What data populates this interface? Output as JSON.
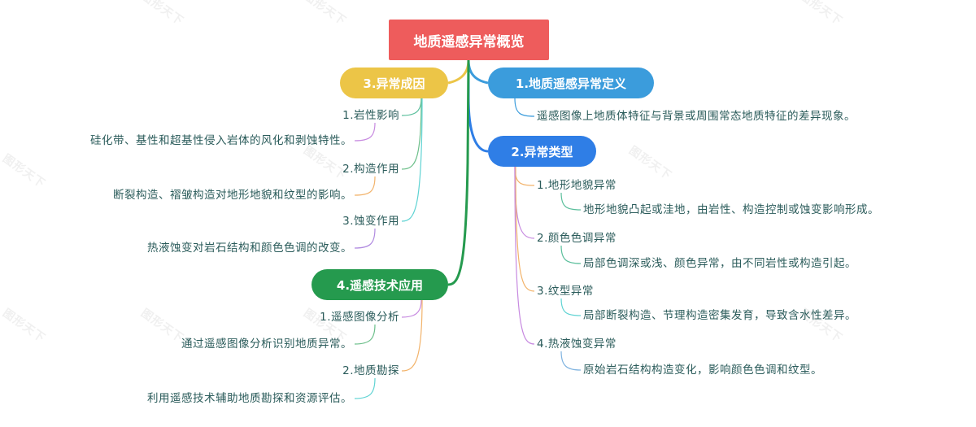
{
  "root": {
    "label": "地质遥感异常概览",
    "color": "#ee5c5c"
  },
  "watermark": "图形天下",
  "branches": {
    "definition": {
      "label": "1.地质遥感异常定义",
      "color": "#3b9cdc",
      "detail": "遥感图像上地质体特征与背景或周围常态地质特征的差异现象。"
    },
    "types": {
      "label": "2.异常类型",
      "color": "#2f7ee6",
      "items": [
        {
          "label": "1.地形地貌异常",
          "detail": "地形地貌凸起或洼地，由岩性、构造控制或蚀变影响形成。"
        },
        {
          "label": "2.颜色色调异常",
          "detail": "局部色调深或浅、颜色异常，由不同岩性或构造引起。"
        },
        {
          "label": "3.纹型异常",
          "detail": "局部断裂构造、节理构造密集发育，导致含水性差异。"
        },
        {
          "label": "4.热液蚀变异常",
          "detail": "原始岩石结构构造变化，影响颜色色调和纹型。"
        }
      ]
    },
    "causes": {
      "label": "3.异常成因",
      "color": "#ecc547",
      "items": [
        {
          "label": "1.岩性影响",
          "detail": "硅化带、基性和超基性侵入岩体的风化和剥蚀特性。"
        },
        {
          "label": "2.构造作用",
          "detail": "断裂构造、褶皱构造对地形地貌和纹型的影响。"
        },
        {
          "label": "3.蚀变作用",
          "detail": "热液蚀变对岩石结构和颜色色调的改变。"
        }
      ]
    },
    "applications": {
      "label": "4.遥感技术应用",
      "color": "#259a4e",
      "items": [
        {
          "label": "1.遥感图像分析",
          "detail": "通过遥感图像分析识别地质异常。"
        },
        {
          "label": "2.地质勘探",
          "detail": "利用遥感技术辅助地质勘探和资源评估。"
        }
      ]
    }
  },
  "connector_colors": {
    "teal": "#5bbf9c",
    "cyan": "#5fd3d3",
    "orange": "#f2b36b",
    "purple": "#c78ae0",
    "green": "#6cbf8a",
    "blue": "#3b9cdc"
  }
}
